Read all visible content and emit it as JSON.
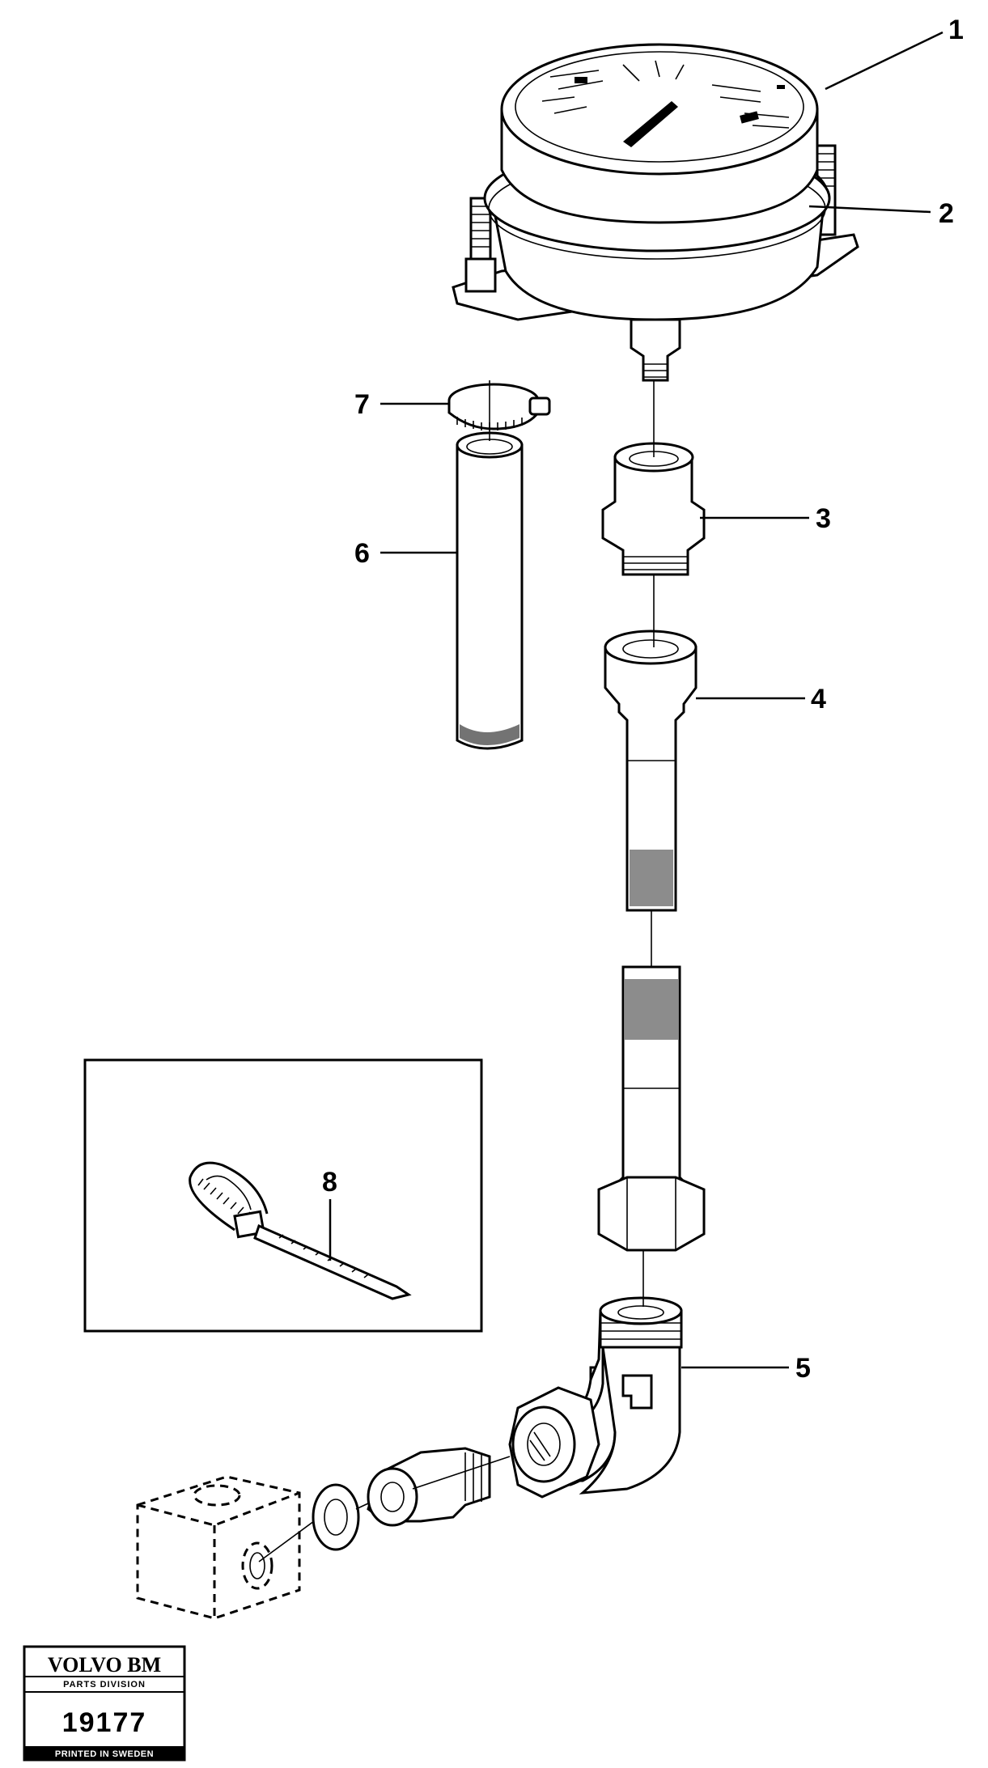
{
  "callouts": {
    "c1": "1",
    "c2": "2",
    "c3": "3",
    "c4": "4",
    "c5": "5",
    "c6": "6",
    "c7": "7",
    "c8": "8"
  },
  "stamp": {
    "brand": "VOLVO BM",
    "division": "PARTS DIVISION",
    "number": "19177",
    "footer": "PRINTED IN SWEDEN"
  }
}
